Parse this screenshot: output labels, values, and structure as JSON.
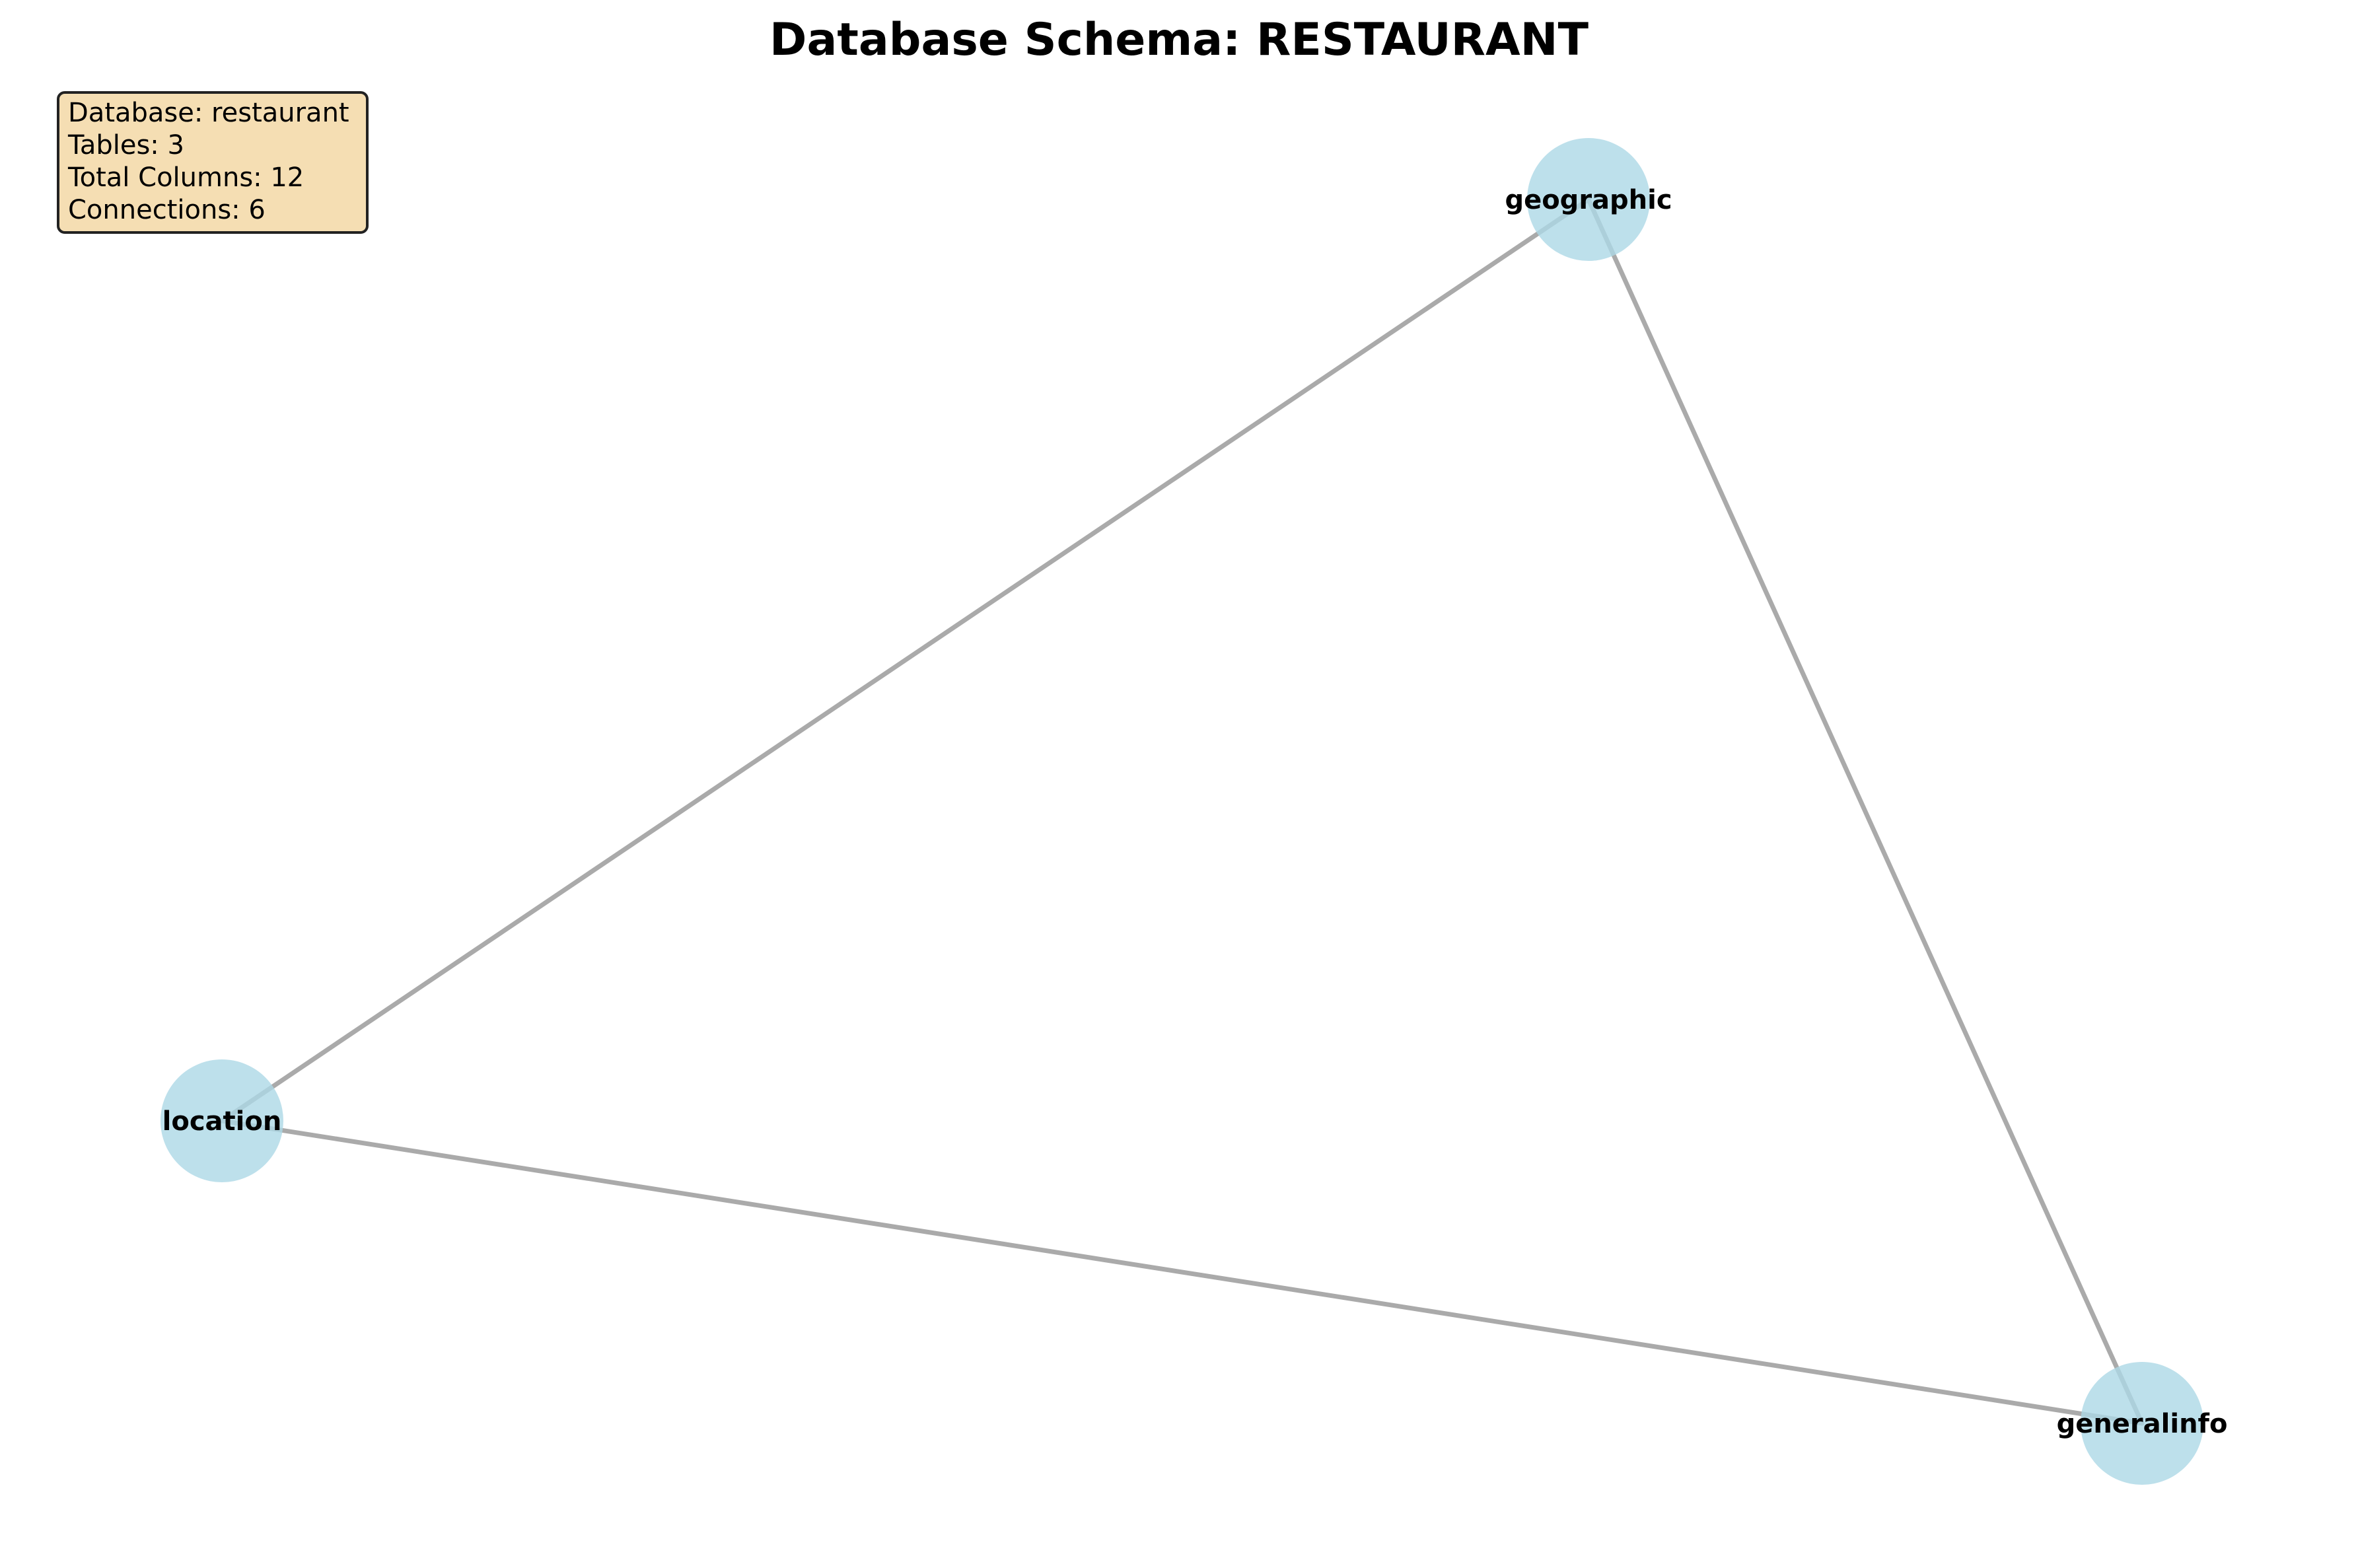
{
  "title": "Database Schema: RESTAURANT",
  "info_box": {
    "lines": [
      "Database: restaurant",
      "Tables: 3",
      "Total Columns: 12",
      "Connections: 6"
    ]
  },
  "nodes": [
    {
      "id": "geographic",
      "label": "geographic"
    },
    {
      "id": "location",
      "label": "location"
    },
    {
      "id": "generalinfo",
      "label": "generalinfo"
    }
  ],
  "edges": [
    {
      "source": "geographic",
      "target": "location"
    },
    {
      "source": "geographic",
      "target": "generalinfo"
    },
    {
      "source": "location",
      "target": "generalinfo"
    }
  ],
  "colors": {
    "node_fill": "#add8e6",
    "edge": "#aaaaaa",
    "info_box_fill": "#f5deb3",
    "info_box_border": "#222222"
  }
}
